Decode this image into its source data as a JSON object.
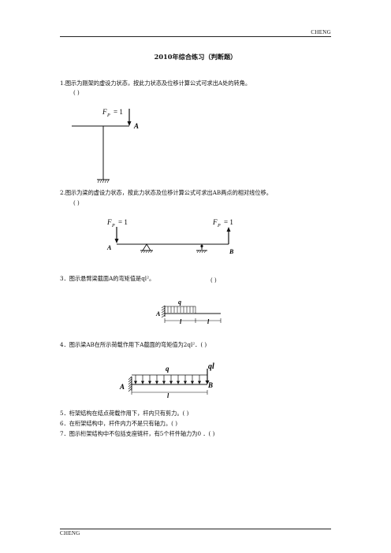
{
  "header": {
    "brand": "CHENG"
  },
  "footer": {
    "brand": "CHENG"
  },
  "title": "2010年综合练习（判断题）",
  "questions": [
    {
      "text": "1.图示为刚架的虚设力状态，按此力状态及位移计算公式可求出A处的转角。",
      "paren": "(          )"
    },
    {
      "text": "2.图示为梁的虚设力状态，按此力状态及位移计算公式可求出AB两点的相对线位移。",
      "paren": "(          )"
    },
    {
      "text": "3．图示悬臂梁截面A的弯矩值是ql²。",
      "paren": "(          )"
    },
    {
      "text": "4．图示梁AB在所示荷载作用下A截面的弯矩值为2ql²．(      )"
    },
    {
      "text": "5．桁架结构在结点荷载作用下，杆内只有剪力。(        )"
    },
    {
      "text": "6．在桁架结构中，杆件内力不是只有轴力。(      )"
    },
    {
      "text": "7．图示桁架结构中不包括支座链杆，有5个杆件轴力为0 ．(        )"
    }
  ],
  "fig1": {
    "force": "F",
    "force_sub": "P",
    "force_eq": "= 1",
    "point": "A"
  },
  "fig2": {
    "force_left": "F",
    "force_left_sub": "P",
    "force_left_eq": "= 1",
    "force_right": "F",
    "force_right_sub": "P",
    "force_right_eq": "= 1",
    "point_a": "A",
    "point_b": "B"
  },
  "fig3": {
    "load": "q",
    "point": "A",
    "len1": "l",
    "len2": "l"
  },
  "fig4": {
    "load": "q",
    "point_load": "ql",
    "point_a": "A",
    "point_b": "B",
    "len": "l"
  }
}
